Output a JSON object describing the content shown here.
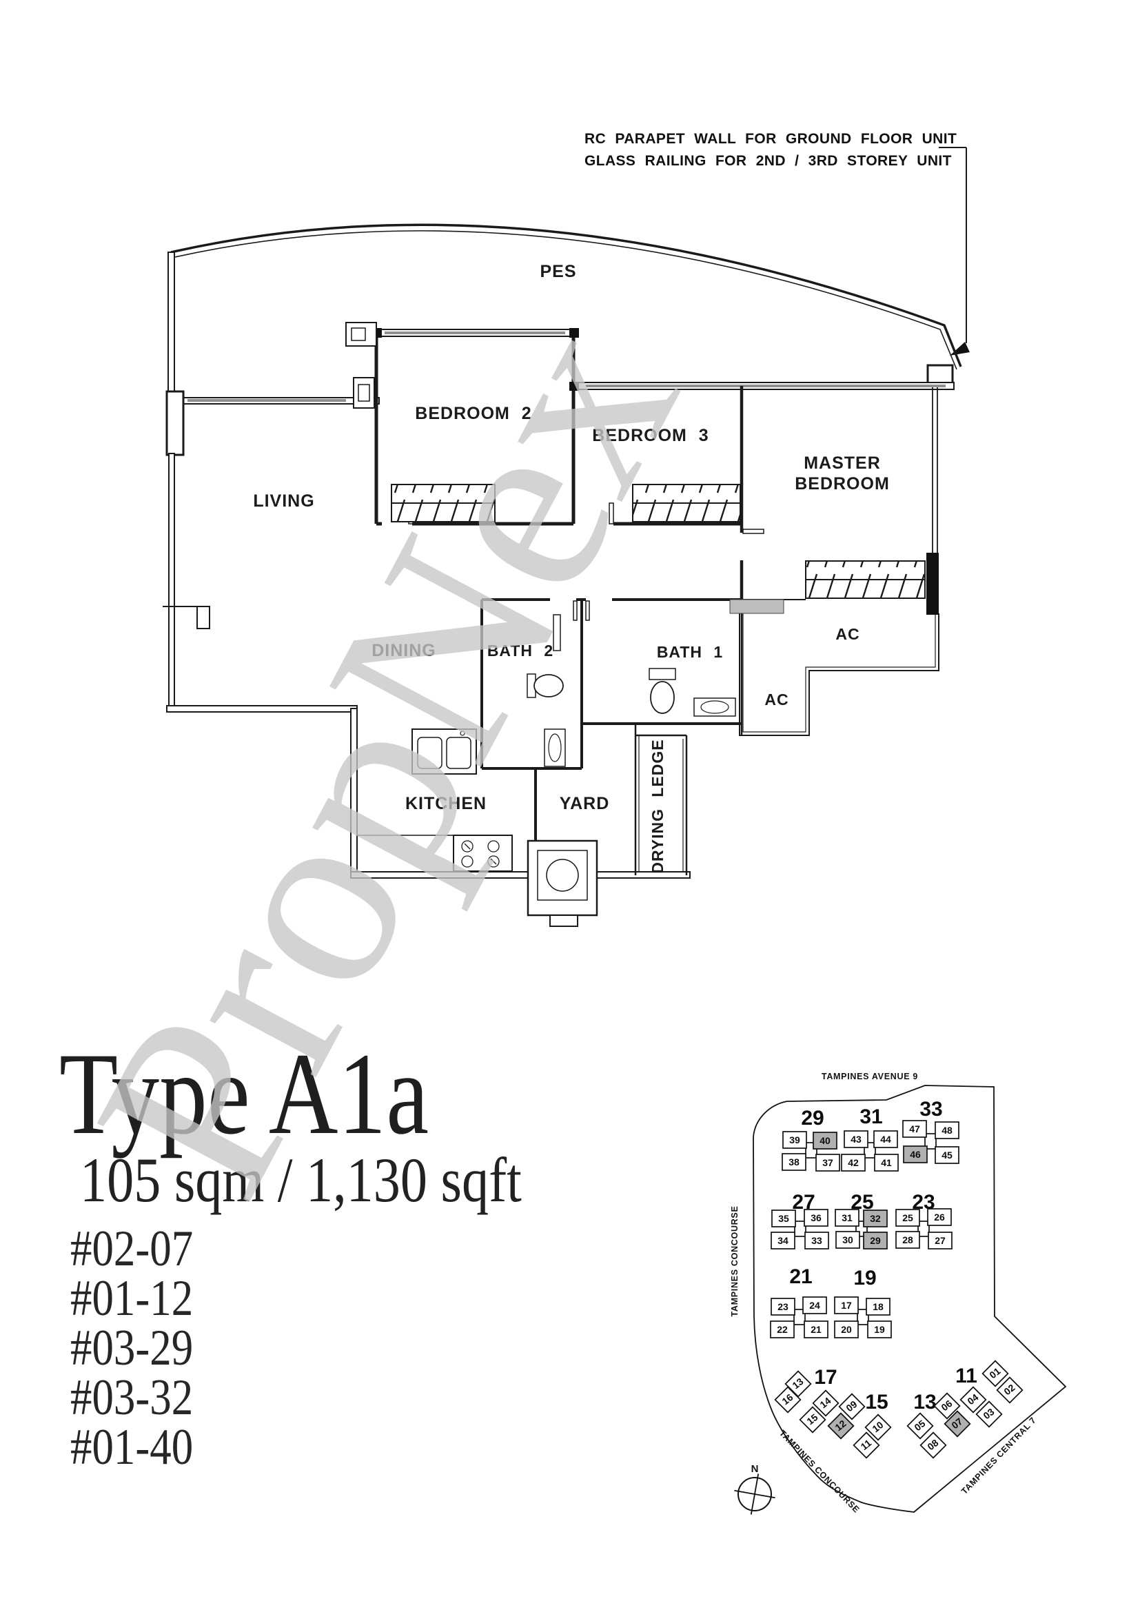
{
  "watermark": "PropNex",
  "note": {
    "line1": "RC PARAPET WALL FOR GROUND FLOOR UNIT",
    "line2": "GLASS RAILING FOR 2ND / 3RD STOREY UNIT"
  },
  "floorplan": {
    "pes": "PES",
    "bedroom2": "BEDROOM 2",
    "bedroom3": "BEDROOM 3",
    "master1": "MASTER",
    "master2": "BEDROOM",
    "living": "LIVING",
    "dining": "DINING",
    "bath2": "BATH 2",
    "bath1": "BATH 1",
    "ac_upper": "AC",
    "ac_lower": "AC",
    "kitchen": "KITCHEN",
    "yard": "YARD",
    "drying_ledge": "DRYING LEDGE"
  },
  "title": {
    "type_label": "Type A1a",
    "area_label": "105 sqm / 1,130 sqft"
  },
  "units": [
    "#02-07",
    "#01-12",
    "#03-29",
    "#03-32",
    "#01-40"
  ],
  "siteplan": {
    "streets": {
      "top": "TAMPINES AVENUE 9",
      "left": "TAMPINES CONCOURSE",
      "bottom_left": "TAMPINES CONCOURSE",
      "bottom_right": "TAMPINES CENTRAL 7"
    },
    "compass": "N",
    "highlighted_stacks": [
      "40",
      "46",
      "32",
      "29",
      "12",
      "07"
    ],
    "blocks": {
      "b29": {
        "label": "29",
        "units": [
          "39",
          "40",
          "38",
          "37"
        ]
      },
      "b31": {
        "label": "31",
        "units": [
          "43",
          "44",
          "42",
          "41"
        ]
      },
      "b33": {
        "label": "33",
        "units": [
          "47",
          "48",
          "46",
          "45"
        ]
      },
      "b27": {
        "label": "27",
        "units": [
          "35",
          "36",
          "34",
          "33"
        ]
      },
      "b25": {
        "label": "25",
        "units": [
          "31",
          "32",
          "30",
          "29"
        ]
      },
      "b23": {
        "label": "23",
        "units": [
          "25",
          "26",
          "28",
          "27"
        ]
      },
      "b21": {
        "label": "21",
        "units": [
          "23",
          "24",
          "22",
          "21"
        ]
      },
      "b19": {
        "label": "19",
        "units": [
          "17",
          "18",
          "20",
          "19"
        ]
      },
      "b17": {
        "label": "17",
        "units": [
          "13",
          "16",
          "14",
          "15"
        ]
      },
      "b15": {
        "label": "15",
        "units": [
          "09",
          "12",
          "10",
          "11"
        ]
      },
      "b13": {
        "label": "13",
        "units": [
          "06",
          "05",
          "07",
          "08"
        ]
      },
      "b11": {
        "label": "11",
        "units": [
          "01",
          "02",
          "04",
          "03"
        ]
      }
    }
  }
}
